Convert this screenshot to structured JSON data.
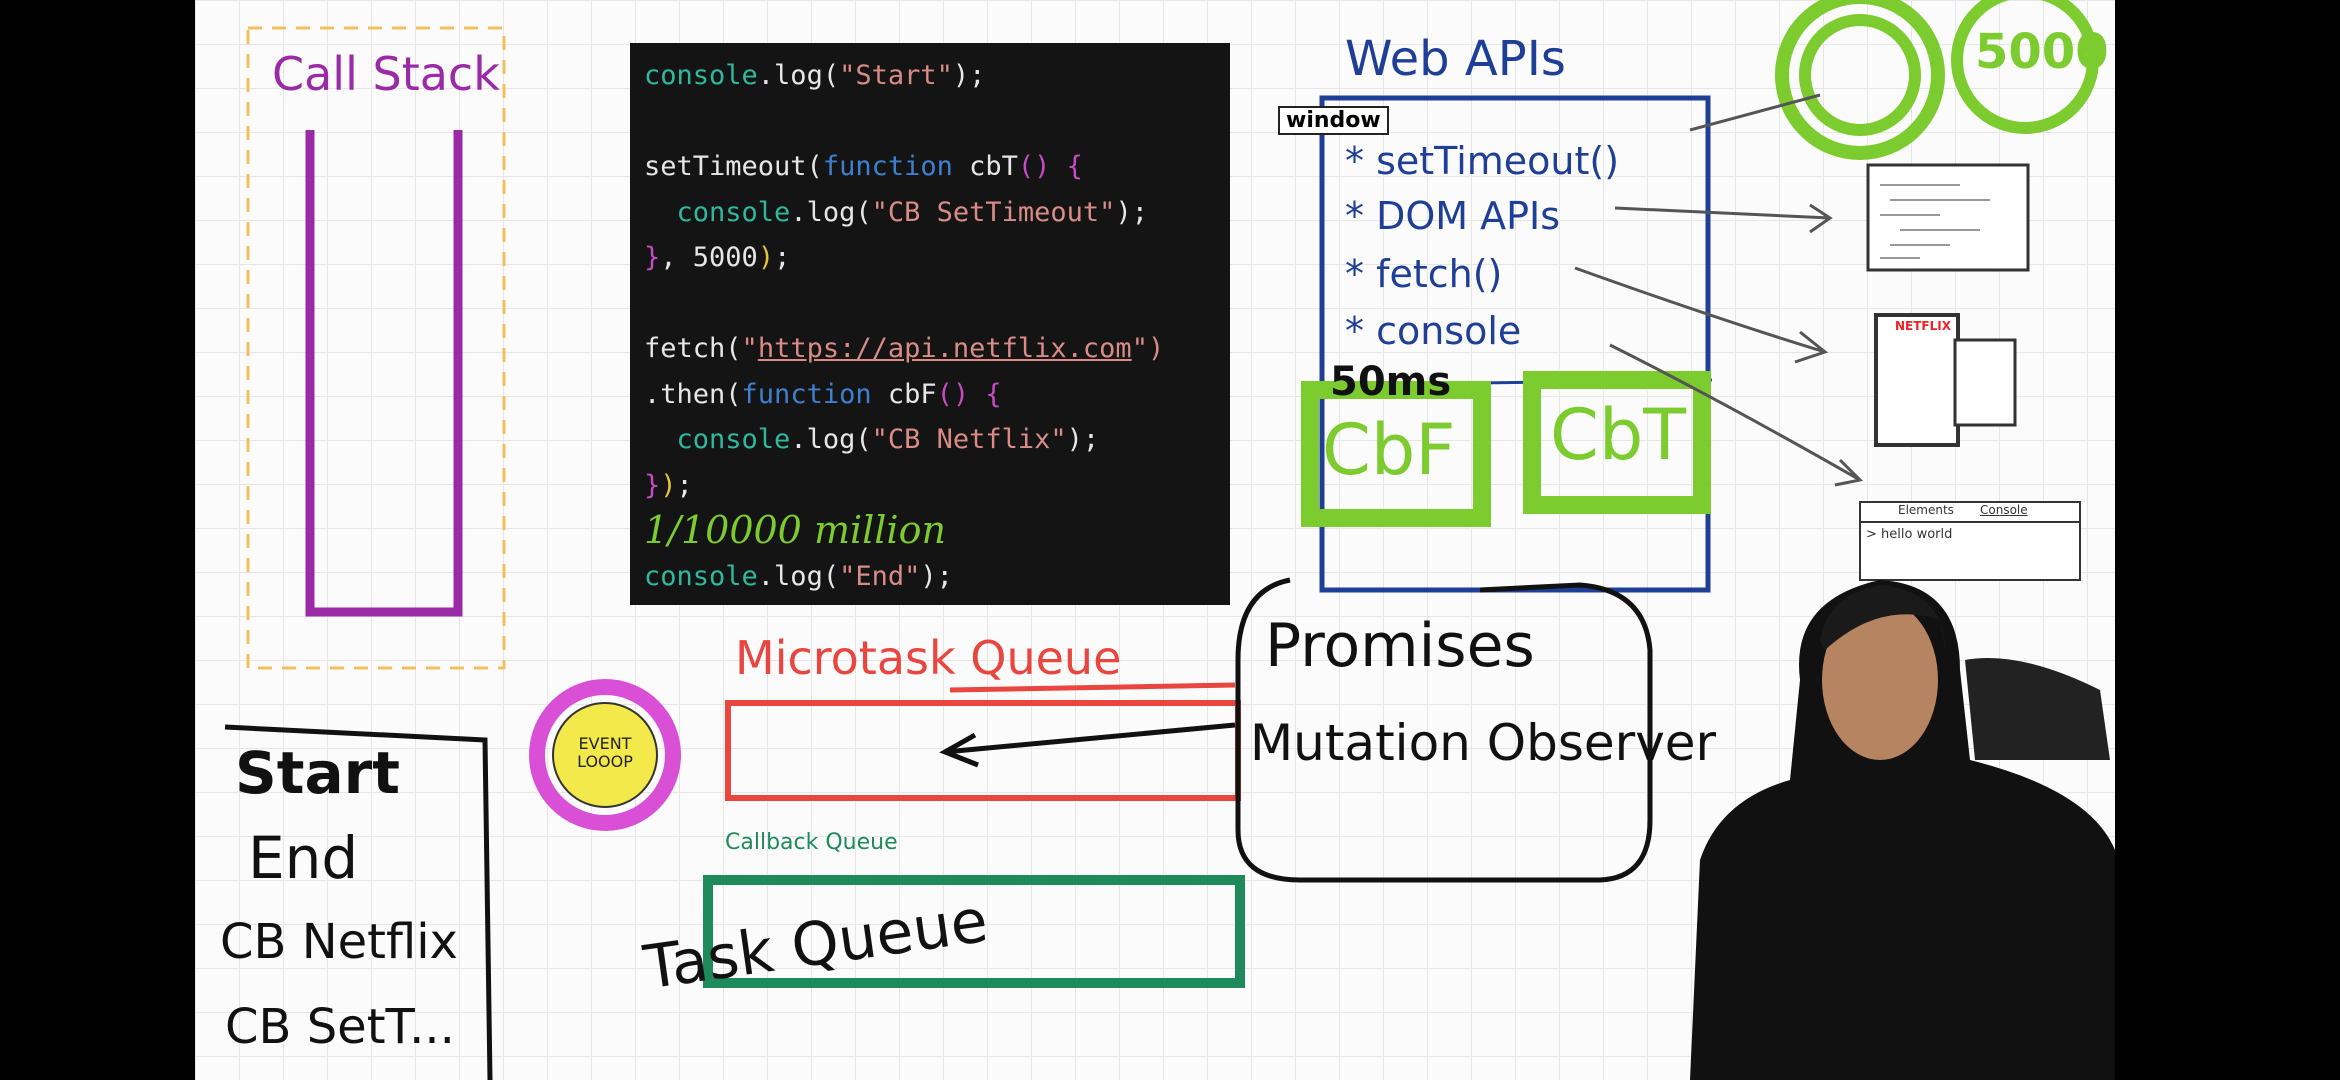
{
  "call_stack": {
    "title": "Call Stack"
  },
  "code": {
    "lines": [
      {
        "a": "console",
        "b": ".log(",
        "c": "\"Start\"",
        "d": ");"
      },
      {
        "a": "setTimeout(",
        "b": "function",
        "c": " cbT",
        "d": "() {"
      },
      {
        "a": "  console",
        "b": ".log(",
        "c": "\"CB SetTimeout\"",
        "d": ");"
      },
      {
        "a": "}",
        "b": ", 5000",
        "c": ")",
        "d": ";"
      },
      {
        "a": "fetch(",
        "b": "\"",
        "c": "https://api.netflix.com",
        "d": "\")"
      },
      {
        "a": ".then(",
        "b": "function",
        "c": " cbF",
        "d": "() {"
      },
      {
        "a": "  console",
        "b": ".log(",
        "c": "\"CB Netflix\"",
        "d": ");"
      },
      {
        "a": "}",
        "b": ")",
        "c": ";",
        "d": ""
      },
      {
        "a": "console",
        "b": ".log(",
        "c": "\"End\"",
        "d": ");"
      }
    ],
    "annotation": "1/10000 million"
  },
  "web_apis": {
    "title": "Web APIs",
    "window_label": "window",
    "items": [
      "* setTimeout()",
      "* DOM APIs",
      "* fetch()",
      "* console"
    ],
    "timer_note": "50ms",
    "callbacks": [
      "CbF",
      "CbT"
    ],
    "timer_value": "5000"
  },
  "thumbnails": {
    "netflix_label": "NETFLIX",
    "devtools_tabs": [
      "Elements",
      "Console"
    ],
    "devtools_output": "> hello world"
  },
  "microtask_queue": {
    "title": "Microtask Queue",
    "sources": [
      "Promises",
      "Mutation Observer"
    ]
  },
  "event_loop": {
    "label_line1": "EVENT",
    "label_line2": "LOOOP"
  },
  "callback_queue": {
    "title": "Callback Queue",
    "alt_name": "Task Queue"
  },
  "console_output": {
    "lines": [
      "Start",
      "End",
      "CB Netflix",
      "CB SetT..."
    ]
  },
  "colors": {
    "purple": "#9b2aa6",
    "blue": "#1f3f97",
    "green": "#7ccb2f",
    "red": "#e8463f",
    "teal": "#1f8a5c"
  }
}
